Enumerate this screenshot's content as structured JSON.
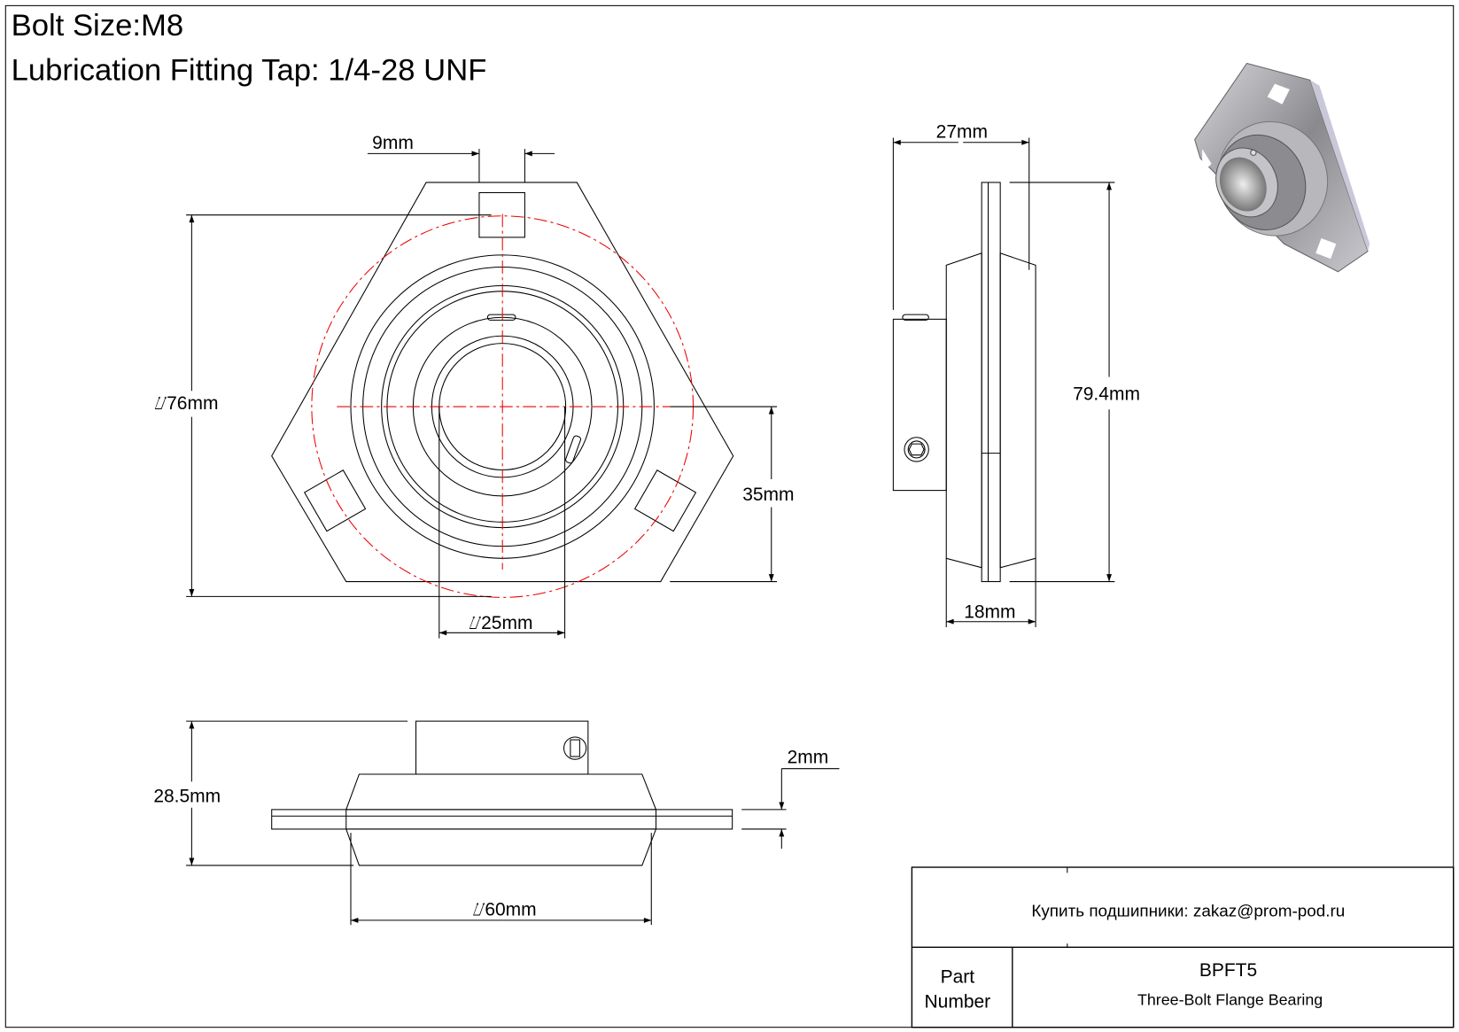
{
  "header": {
    "bolt_size": "Bolt Size:M8",
    "lubrication": "Lubrication Fitting Tap: 1/4-28 UNF"
  },
  "dimensions": {
    "front_slot_width": "9mm",
    "front_bolt_circle": "⌰76mm",
    "front_bore": "⌰25mm",
    "front_center_height": "35mm",
    "side_total_width": "27mm",
    "side_height": "79.4mm",
    "side_housing_width": "18mm",
    "bottom_height": "28.5mm",
    "bottom_flange_thickness": "2mm",
    "bottom_housing_diameter": "⌰60mm"
  },
  "title_block": {
    "contact": "Купить подшипники: zakaz@prom-pod.ru",
    "part_label_line1": "Part",
    "part_label_line2": "Number",
    "part_number": "BPFT5",
    "description": "Three-Bolt Flange Bearing"
  },
  "colors": {
    "centerline": "#e00000",
    "lines": "#000000"
  }
}
